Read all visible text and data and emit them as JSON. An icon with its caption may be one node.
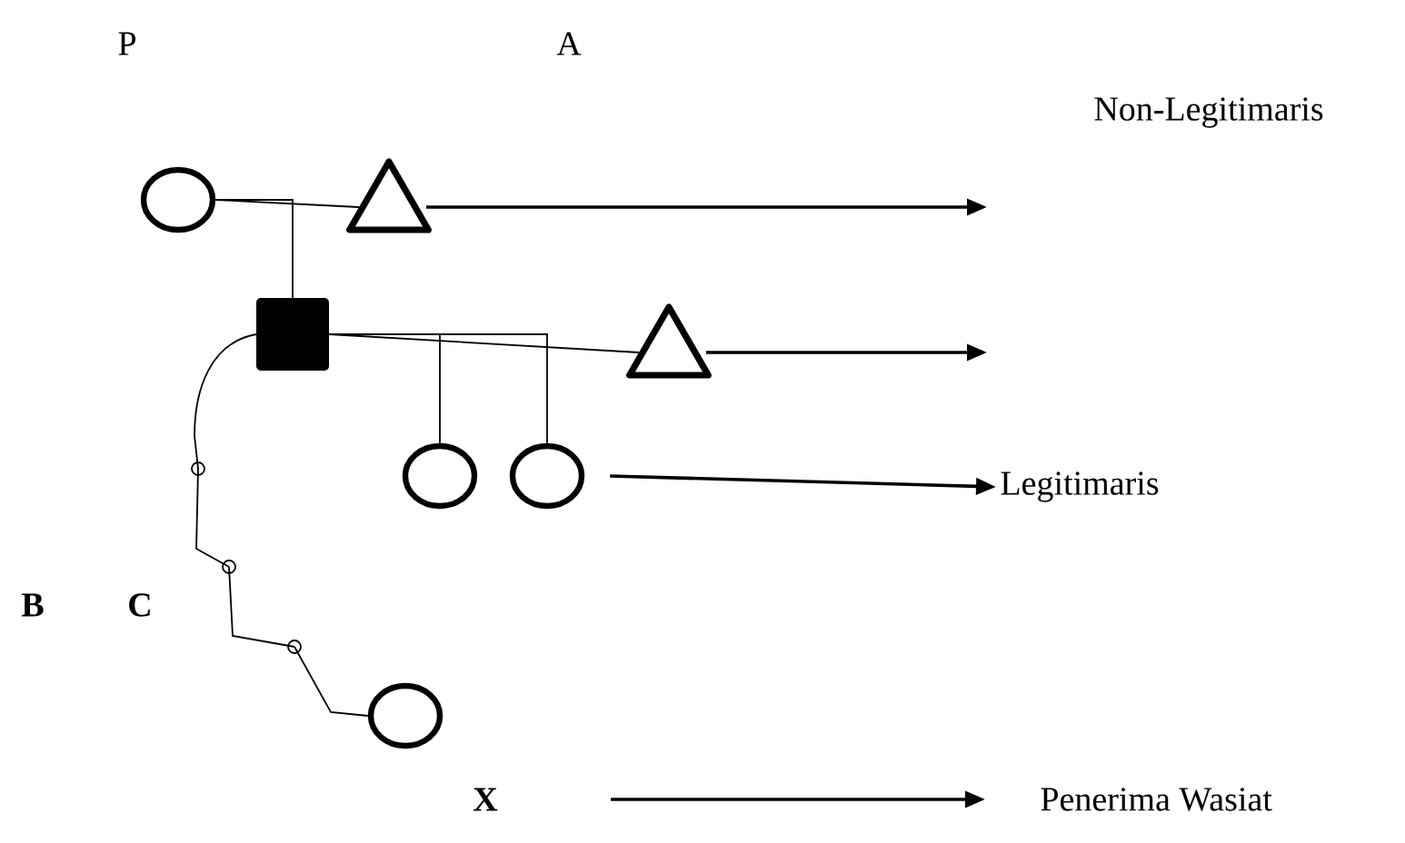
{
  "diagram": {
    "nodes": [
      {
        "text": [],
        "shape": "circle"
      },
      {
        "text": [],
        "shape": "triangle"
      },
      {
        "text": [],
        "shape": "box"
      },
      {
        "text": [],
        "shape": "triangle"
      },
      {
        "text": [],
        "shape": "circle"
      },
      {
        "text": [],
        "shape": "circle"
      },
      {
        "text": [],
        "shape": "circle"
      },
      {
        "text": [
          "Legitimaris"
        ]
      },
      {
        "text": [
          "**X**"
        ]
      },
      {
        "text": [
          "Penerima Wasiat"
        ]
      }
    ],
    "edges": [
      {
        "from": 0,
        "to": 1,
        "arrow": "none"
      },
      {
        "from": 0,
        "to": 2,
        "arrow": "none"
      },
      {
        "from": 2,
        "to": 3,
        "arrow": "none"
      },
      {
        "from": 2,
        "to": 4,
        "arrow": "none"
      },
      {
        "from": 2,
        "to": 5,
        "arrow": "none"
      },
      {
        "from": 2,
        "to": 6,
        "arrow": "none"
      },
      {
        "from": 1,
        "to": null,
        "arrow": "to"
      },
      {
        "from": 3,
        "to": null,
        "arrow": "to"
      },
      {
        "from": 5,
        "to": 7,
        "arrow": "to"
      },
      {
        "from": 8,
        "to": 9,
        "arrow": "to"
      }
    ],
    "labels": [
      "P",
      "A",
      "Non-Legitimaris",
      "**B**",
      "**C**"
    ]
  }
}
